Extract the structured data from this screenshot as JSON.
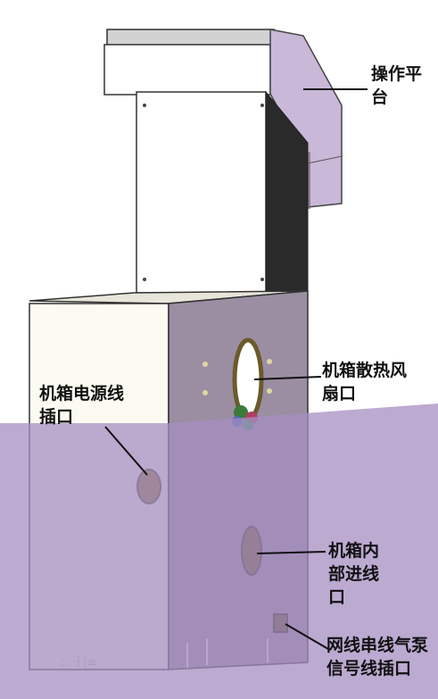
{
  "labels": {
    "platform": "操作平\n台",
    "fan": "机箱散热风\n扇口",
    "power": "机箱电源线\n插口",
    "inlet": "机箱内\n部进线\n口",
    "network": "网线串线气泵\n信号线插口"
  },
  "colors": {
    "overlay": "#a58ec2",
    "platform_side": "#c9b8d8",
    "box_front": "#fbfbf1",
    "box_side": "#9b8ea3",
    "column_side": "#2a2a2a"
  }
}
